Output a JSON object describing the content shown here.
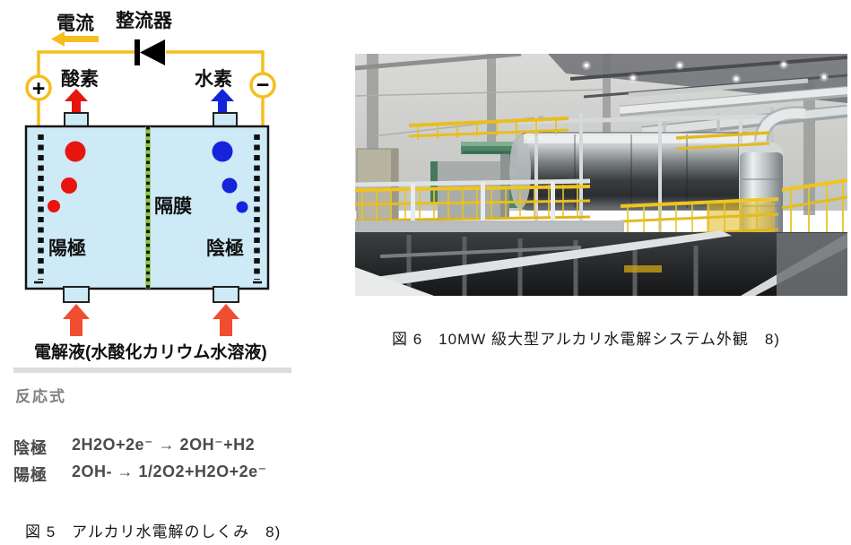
{
  "colors": {
    "wire_yellow": "#F5BE1E",
    "oxygen_red": "#E8150F",
    "hydrogen_blue": "#1523DC",
    "electrolyte_orange": "#F04E30",
    "membrane_green": "#8DC63F",
    "cell_blue": "#CDEAF6",
    "railing_yellow": "#E8BE1E"
  },
  "figure5": {
    "labels": {
      "current": "電流",
      "rectifier": "整流器",
      "oxygen": "酸素",
      "hydrogen": "水素",
      "plus": "+",
      "minus": "−",
      "membrane": "隔膜",
      "anode": "陽極",
      "cathode": "陰極",
      "electrolyte": "電解液(水酸化カリウム水溶液)"
    },
    "reaction": {
      "heading": "反応式",
      "rows": [
        {
          "electrode": "陰極",
          "formula": "2H2O+2e⁻ → 2OH⁻+H2"
        },
        {
          "electrode": "陽極",
          "formula": "2OH- → 1/2O2+H2O+2e⁻"
        }
      ]
    },
    "caption": "図 5　アルカリ水電解のしくみ　8)"
  },
  "figure6": {
    "caption": "図 6　10MW 級大型アルカリ水電解システム外観　8)"
  }
}
